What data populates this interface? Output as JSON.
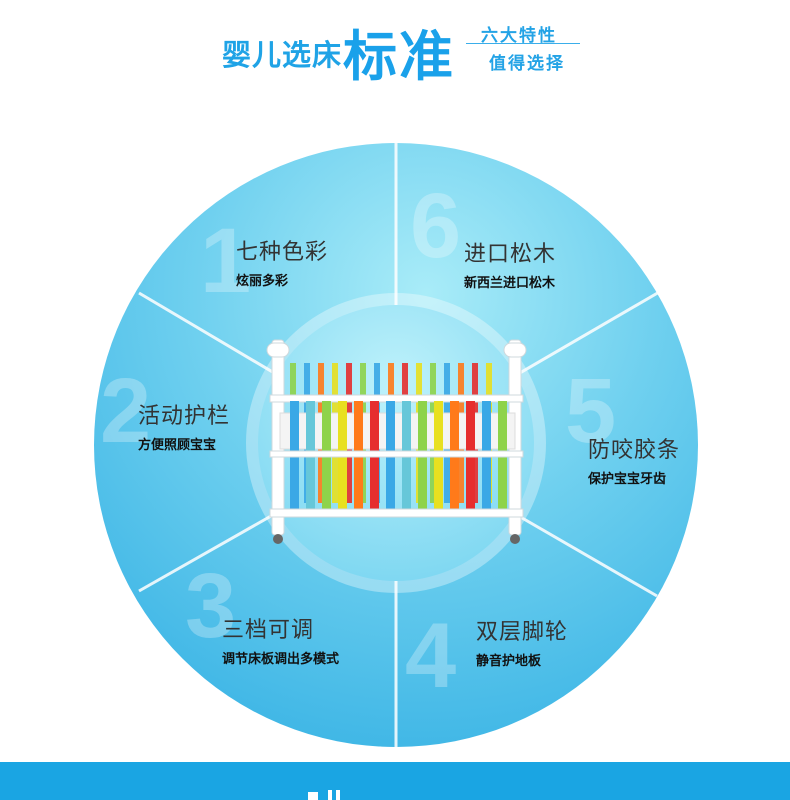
{
  "header": {
    "lead": "婴儿选床",
    "emphasis": "标准",
    "side_top": "六大特性",
    "side_bottom": "值得选择"
  },
  "features": [
    {
      "number": "1",
      "title": "七种色彩",
      "subtitle": "炫丽多彩"
    },
    {
      "number": "2",
      "title": "活动护栏",
      "subtitle": "方便照顾宝宝"
    },
    {
      "number": "3",
      "title": "三档可调",
      "subtitle": "调节床板调出多模式"
    },
    {
      "number": "4",
      "title": "双层脚轮",
      "subtitle": "静音护地板"
    },
    {
      "number": "5",
      "title": "防咬胶条",
      "subtitle": "保护宝宝牙齿"
    },
    {
      "number": "6",
      "title": "进口松木",
      "subtitle": "新西兰进口松木"
    }
  ],
  "colors": {
    "accent": "#1aa1ea",
    "wheel_outer": "#3fb8e6",
    "wheel_light": "#9ee3f6",
    "bottom_bar": "#1aa5e3"
  }
}
